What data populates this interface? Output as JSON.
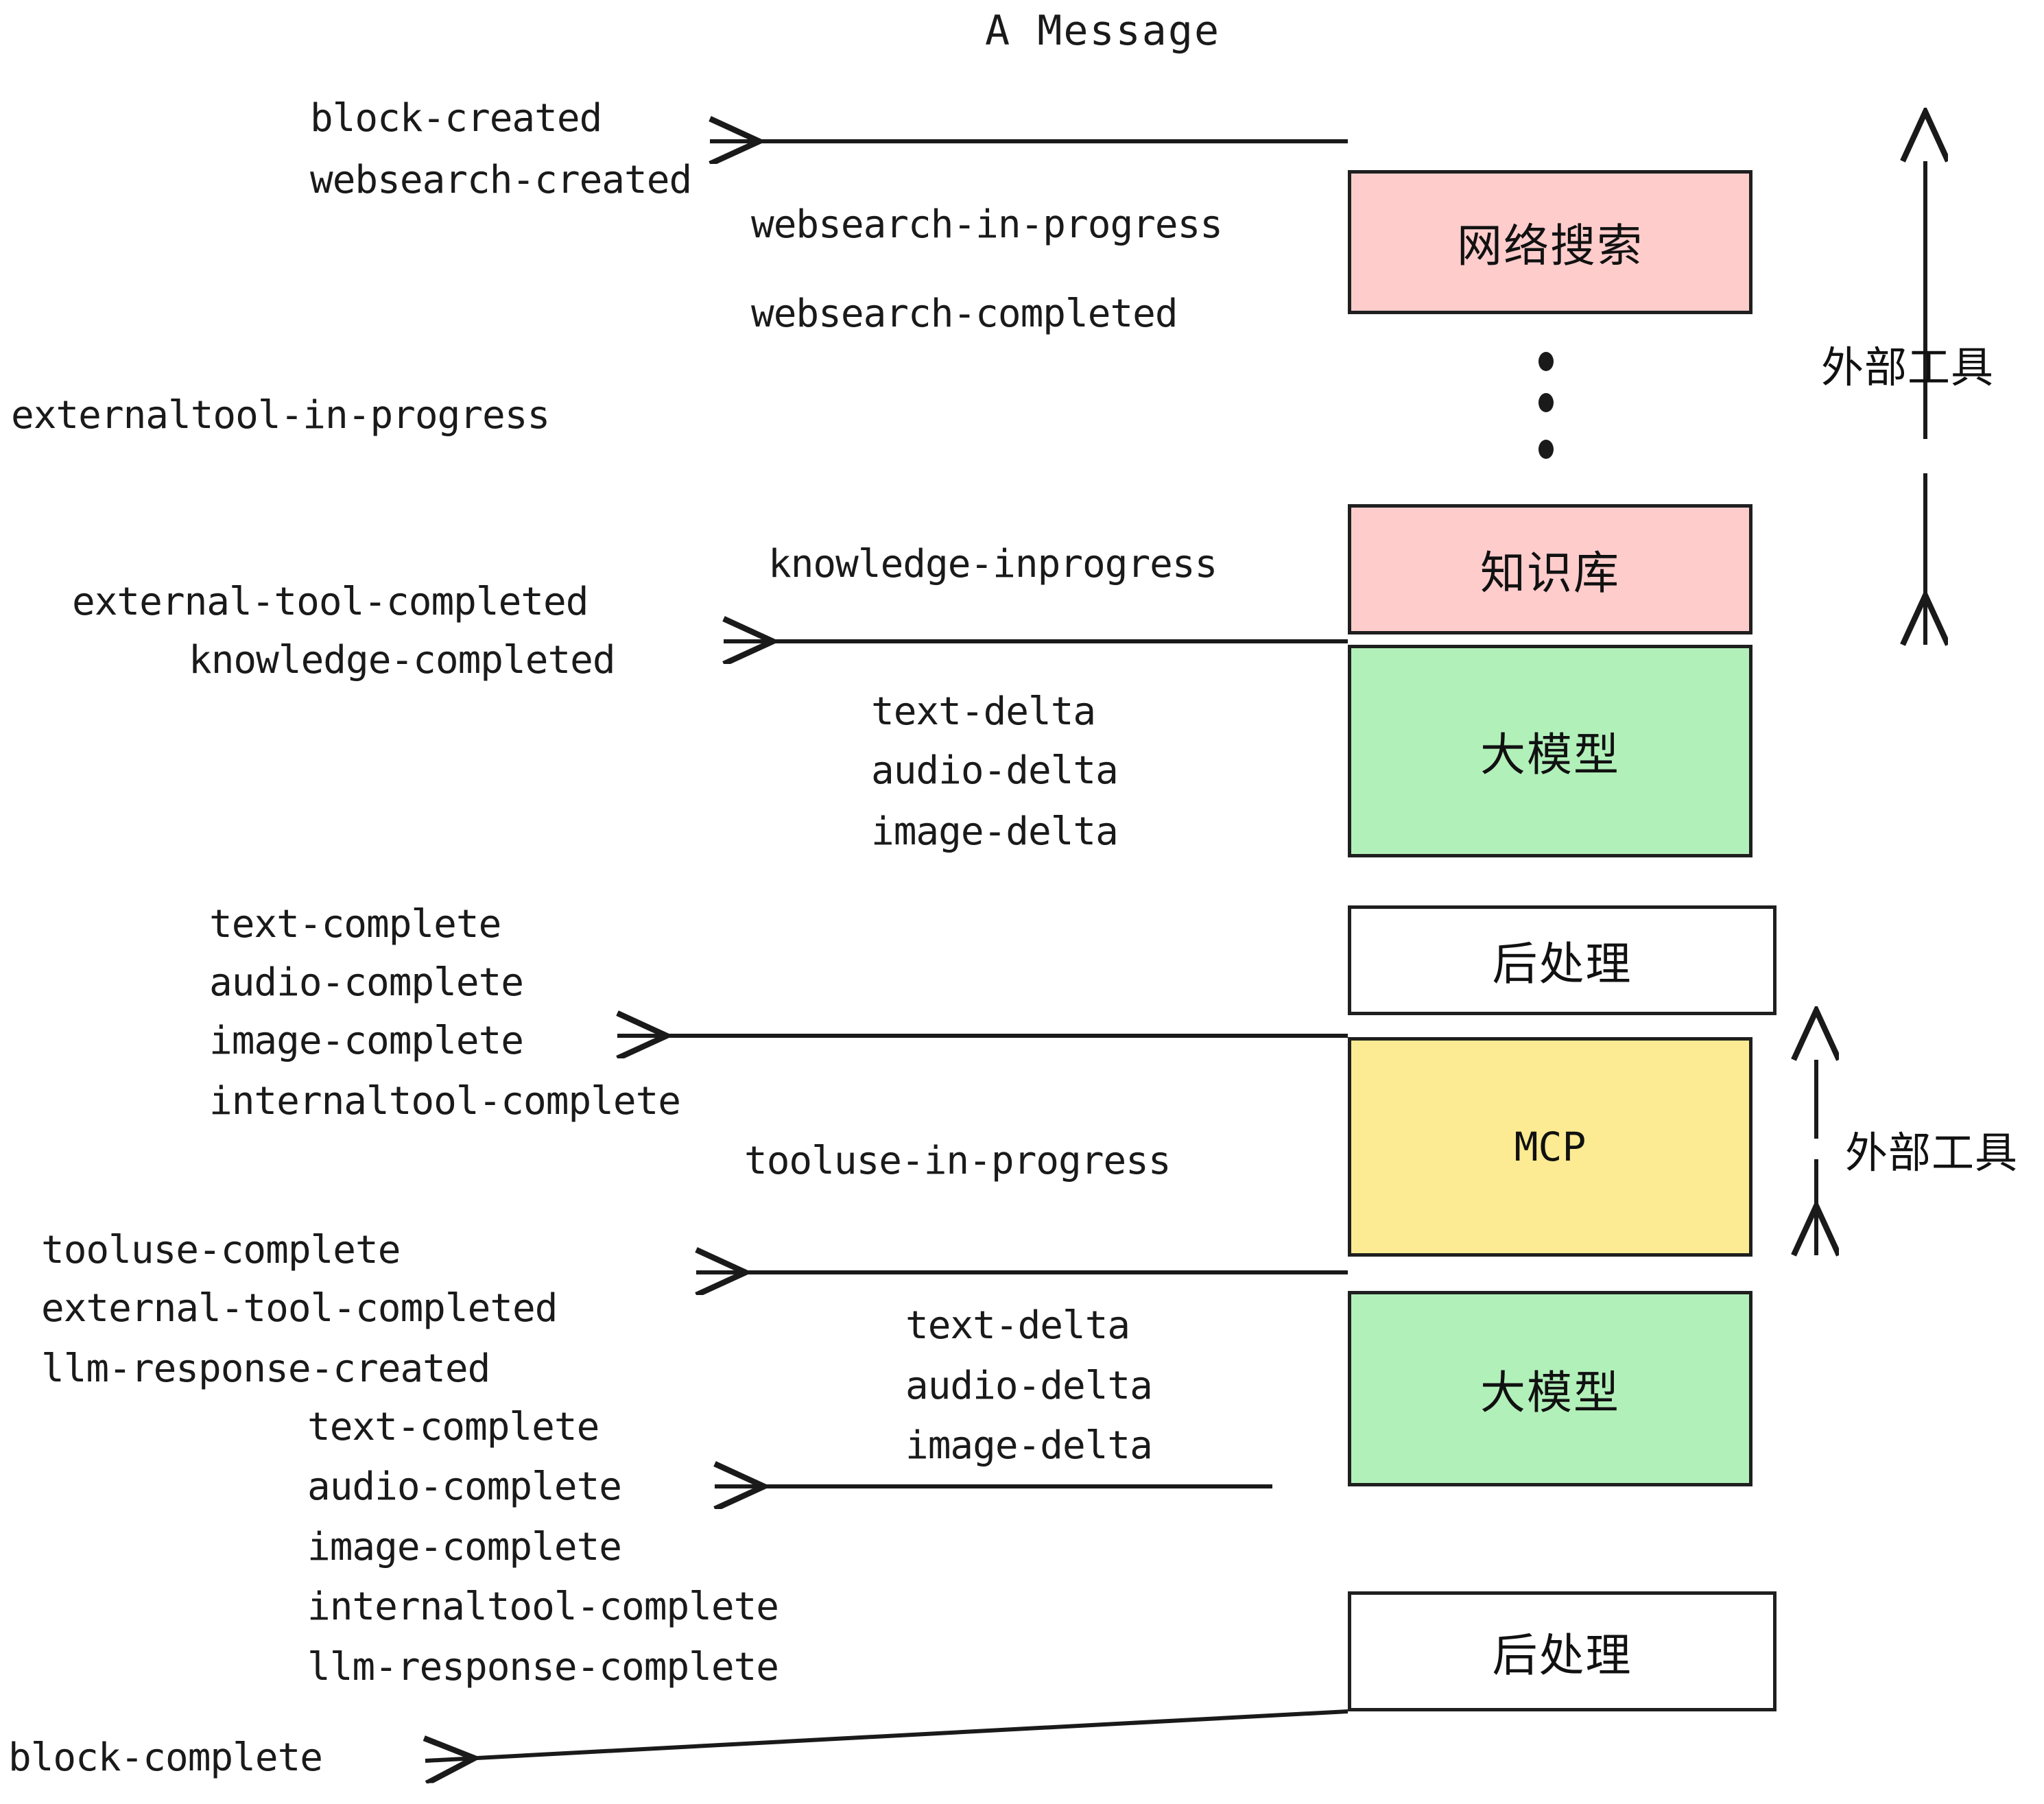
{
  "title": "A Message",
  "colors": {
    "pink": "#FFCCCC",
    "green": "#B2F0BA",
    "yellow": "#FCEB92",
    "white": "#FFFFFF",
    "stroke": "#1F1F1F",
    "text": "#1A1A1A"
  },
  "boxes": [
    {
      "id": "websearch",
      "label": "网络搜索",
      "fill": "#FFCCCC"
    },
    {
      "id": "knowledge",
      "label": "知识库",
      "fill": "#FFCCCC"
    },
    {
      "id": "llm-1",
      "label": "大模型",
      "fill": "#B2F0BA"
    },
    {
      "id": "postprocess-1",
      "label": "后处理",
      "fill": "#FFFFFF"
    },
    {
      "id": "mcp",
      "label": "MCP",
      "fill": "#FCEB92"
    },
    {
      "id": "llm-2",
      "label": "大模型",
      "fill": "#B2F0BA"
    },
    {
      "id": "postprocess-2",
      "label": "后处理",
      "fill": "#FFFFFF"
    }
  ],
  "side_labels": {
    "external_tools_top": "外部工具",
    "external_tools_bottom": "外部工具"
  },
  "events": {
    "block_created": "block-created",
    "websearch_created": "websearch-created",
    "websearch_in_progress": "websearch-in-progress",
    "websearch_completed": "websearch-completed",
    "externaltool_in_progress": "externaltool-in-progress",
    "knowledge_inprogress": "knowledge-inprogress",
    "external_tool_completed_1": "external-tool-completed",
    "knowledge_completed": "knowledge-completed",
    "text_delta_1": "text-delta",
    "audio_delta_1": "audio-delta",
    "image_delta_1": "image-delta",
    "text_complete_1": "text-complete",
    "audio_complete_1": "audio-complete",
    "image_complete_1": "image-complete",
    "internaltool_complete_1": "internaltool-complete",
    "tooluse_in_progress": "tooluse-in-progress",
    "tooluse_complete": "tooluse-complete",
    "external_tool_completed_2": "external-tool-completed",
    "llm_response_created": "llm-response-created",
    "text_delta_2": "text-delta",
    "audio_delta_2": "audio-delta",
    "image_delta_2": "image-delta",
    "text_complete_2": "text-complete",
    "audio_complete_2": "audio-complete",
    "image_complete_2": "image-complete",
    "internaltool_complete_2": "internaltool-complete",
    "llm_response_complete": "llm-response-complete",
    "block_complete": "block-complete"
  },
  "ellipsis_dots": 3
}
